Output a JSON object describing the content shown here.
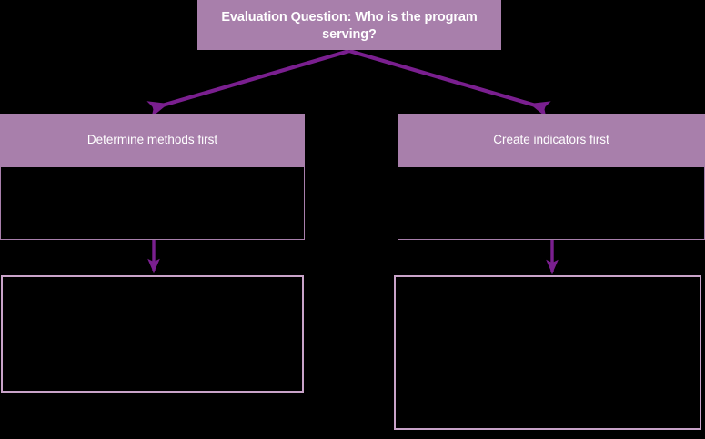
{
  "diagram": {
    "background_color": "#000000",
    "header_fill_color": "#a87fab",
    "arrow_color": "#7a1f8f",
    "light_border_color": "#c9a3c9",
    "text_color": "#ffffff",
    "title": {
      "label": "Evaluation Question: Who is the program serving?"
    },
    "branches": [
      {
        "id": "left",
        "header_label": "Determine methods first",
        "content_label": "",
        "outcome_label": ""
      },
      {
        "id": "right",
        "header_label": "Create indicators first",
        "content_label": "",
        "outcome_label": ""
      }
    ],
    "connectors": [
      {
        "name": "title-to-left-branch-arrow",
        "type": "diagonal",
        "direction": "down-left"
      },
      {
        "name": "title-to-right-branch-arrow",
        "type": "diagonal",
        "direction": "down-right"
      },
      {
        "name": "left-content-to-outcome-arrow",
        "type": "vertical",
        "direction": "down"
      },
      {
        "name": "right-content-to-outcome-arrow",
        "type": "vertical",
        "direction": "down"
      }
    ]
  }
}
